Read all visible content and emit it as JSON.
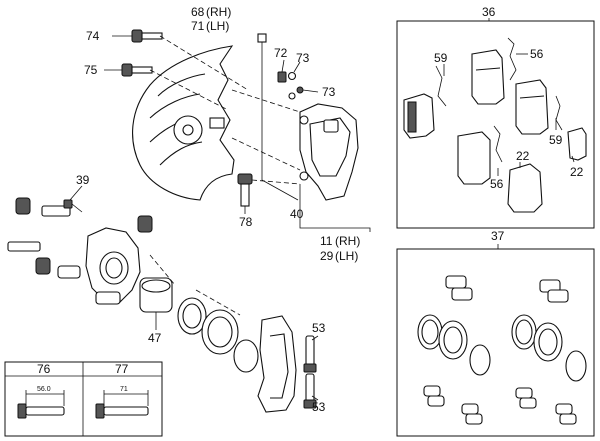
{
  "callouts": {
    "c74": "74",
    "c75": "75",
    "c68": "68",
    "c68_side": "(RH)",
    "c71": "71",
    "c71_side": "(LH)",
    "c72": "72",
    "c73a": "73",
    "c73b": "73",
    "c78": "78",
    "c40": "40",
    "c11": "11",
    "c11_side": "(RH)",
    "c29": "29",
    "c29_side": "(LH)",
    "c39": "39",
    "c47": "47",
    "c53a": "53",
    "c53b": "53",
    "c36": "36",
    "c59a": "59",
    "c56a": "56",
    "c59b": "59",
    "c22a": "22",
    "c56b": "56",
    "c22b": "22",
    "c37": "37"
  },
  "pin_table": {
    "left_header": "76",
    "right_header": "77",
    "left_dim": "56.0",
    "right_dim": "71"
  }
}
